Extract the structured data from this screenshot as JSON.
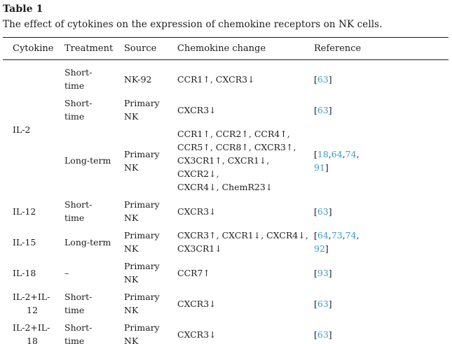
{
  "title": "Table 1",
  "caption": "The effect of cytokines on the expression of chemokine receptors on NK cells.",
  "columns": [
    "Cytokine",
    "Treatment",
    "Source",
    "Chemokine change",
    "Reference"
  ],
  "rows": [
    {
      "cytokine": "IL-2",
      "treatment": "Short-\ntime",
      "source": "NK-92",
      "change": "CCR1↑, CXCR3↓",
      "reference": [
        {
          "t": "[",
          "link": false
        },
        {
          "t": "63",
          "link": true
        },
        {
          "t": "]",
          "link": false
        }
      ]
    },
    {
      "cytokine": "",
      "treatment": "Short-\ntime",
      "source": "Primary\nNK",
      "change": "CXCR3↓",
      "reference": [
        {
          "t": "[",
          "link": false
        },
        {
          "t": "63",
          "link": true
        },
        {
          "t": "]",
          "link": false
        }
      ]
    },
    {
      "cytokine": "",
      "treatment": "Long-term",
      "source": "Primary\nNK",
      "change": "CCR1↑, CCR2↑, CCR4↑,\nCCR5↑, CCR8↑, CXCR3↑,\nCX3CR1↑, CXCR1↓, CXCR2↓,\nCXCR4↓, ChemR23↓",
      "reference": [
        {
          "t": "[",
          "link": false
        },
        {
          "t": "18",
          "link": true
        },
        {
          "t": ",",
          "link": false
        },
        {
          "t": "64",
          "link": true
        },
        {
          "t": ",",
          "link": false
        },
        {
          "t": "74",
          "link": true
        },
        {
          "t": ",",
          "link": false
        },
        {
          "t": "\n",
          "link": false
        },
        {
          "t": "91",
          "link": true
        },
        {
          "t": "]",
          "link": false
        }
      ]
    },
    {
      "cytokine": "IL-12",
      "treatment": "Short-\ntime",
      "source": "Primary\nNK",
      "change": "CXCR3↓",
      "reference": [
        {
          "t": "[",
          "link": false
        },
        {
          "t": "63",
          "link": true
        },
        {
          "t": "]",
          "link": false
        }
      ]
    },
    {
      "cytokine": "IL-15",
      "treatment": "Long-term",
      "source": "Primary\nNK",
      "change": "CXCR3↑, CXCR1↓, CXCR4↓,\nCX3CR1↓",
      "reference": [
        {
          "t": "[",
          "link": false
        },
        {
          "t": "64",
          "link": true
        },
        {
          "t": ",",
          "link": false
        },
        {
          "t": "73",
          "link": true
        },
        {
          "t": ",",
          "link": false
        },
        {
          "t": "74",
          "link": true
        },
        {
          "t": ",",
          "link": false
        },
        {
          "t": "\n",
          "link": false
        },
        {
          "t": "92",
          "link": true
        },
        {
          "t": "]",
          "link": false
        }
      ]
    },
    {
      "cytokine": "IL-18",
      "treatment": "–",
      "source": "Primary\nNK",
      "change": "CCR7↑",
      "reference": [
        {
          "t": "[",
          "link": false
        },
        {
          "t": "93",
          "link": true
        },
        {
          "t": "]",
          "link": false
        }
      ]
    },
    {
      "cytokine": "IL-2+IL-\n12",
      "treatment": "Short-\ntime",
      "source": "Primary\nNK",
      "change": "CXCR3↓",
      "reference": [
        {
          "t": "[",
          "link": false
        },
        {
          "t": "63",
          "link": true
        },
        {
          "t": "]",
          "link": false
        }
      ]
    },
    {
      "cytokine": "IL-2+IL-\n18",
      "treatment": "Short-\ntime",
      "source": "Primary\nNK",
      "change": "CXCR3↓",
      "reference": [
        {
          "t": "[",
          "link": false
        },
        {
          "t": "63",
          "link": true
        },
        {
          "t": "]",
          "link": false
        }
      ]
    }
  ],
  "colors": {
    "link_blue": "#3a9ad2",
    "text_color": "#1c1c1c",
    "rule_color": "#1c1c1c",
    "background": "#ffffff"
  }
}
